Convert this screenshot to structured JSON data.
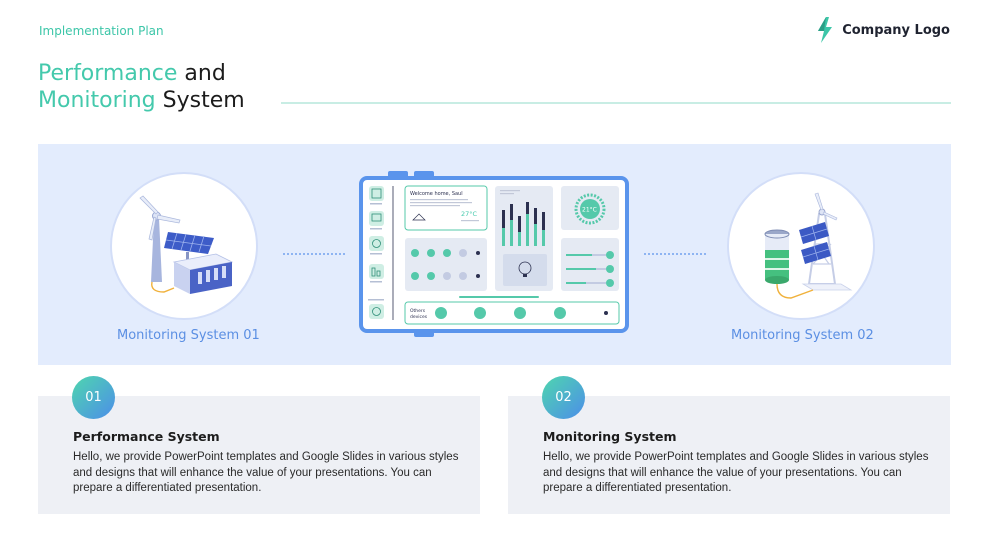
{
  "header": {
    "label": "Implementation Plan",
    "logo_text": "Company Logo",
    "title_accent_1": "Performance",
    "title_rest_1": " and",
    "title_accent_2": "Monitoring",
    "title_rest_2": " System"
  },
  "systems": [
    {
      "label": "Monitoring System 01",
      "icon": "wind-solar-battery-icon"
    },
    {
      "label": "Monitoring System 02",
      "icon": "battery-solar-tower-icon"
    }
  ],
  "dashboard": {
    "welcome": "Welcome home, Saul",
    "temperature": "27°C",
    "dial_temperature": "21°C",
    "others_label": "Others",
    "devices_label": "devices"
  },
  "cards": [
    {
      "number": "01",
      "title": "Performance System",
      "body": "Hello, we provide PowerPoint templates and Google Slides in various styles and designs that will enhance the value of your presentations. You can prepare a differentiated presentation."
    },
    {
      "number": "02",
      "title": "Monitoring System",
      "body": "Hello, we provide PowerPoint templates and Google Slides in various styles and designs that will enhance the value of your presentations. You can prepare a differentiated presentation."
    }
  ],
  "colors": {
    "accent_green": "#44c9ac",
    "accent_blue": "#5b8fe3",
    "band_bg": "#e3ecfd",
    "card_bg": "#eef0f5"
  }
}
